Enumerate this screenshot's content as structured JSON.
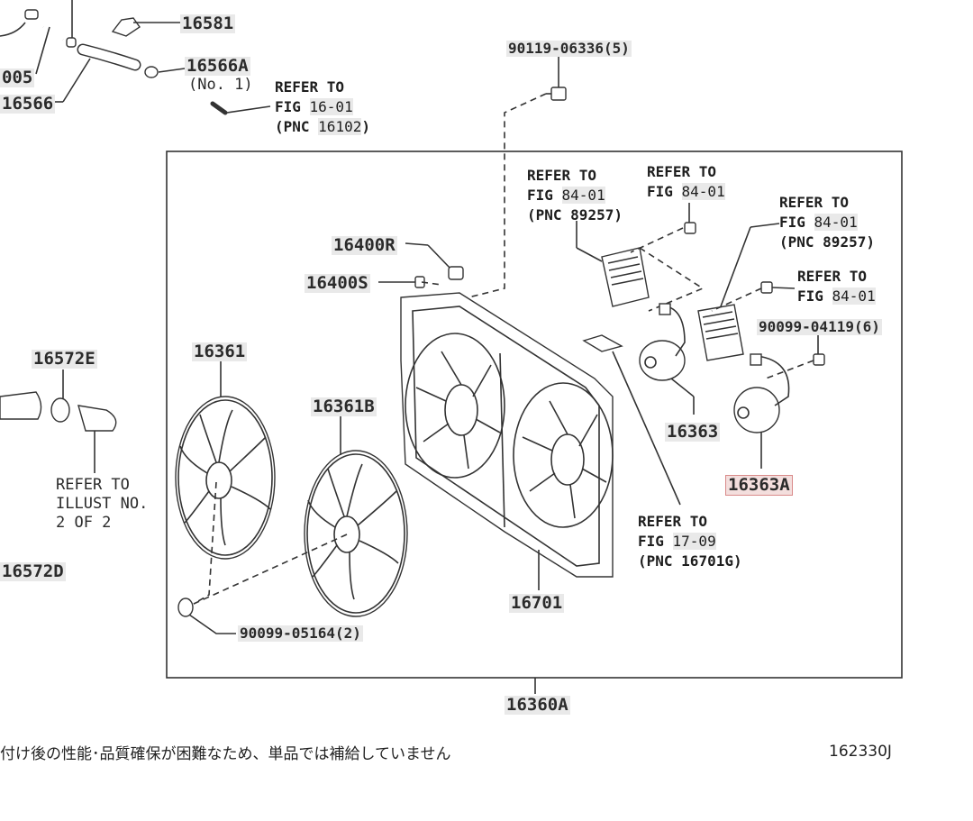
{
  "parts": {
    "p16581": "16581",
    "p16566A": "16566A",
    "p16566A_note": "(No. 1)",
    "p16566": "16566",
    "p_005": "005",
    "p90119": "90119-06336(5)",
    "p16400R": "16400R",
    "p16400S": "16400S",
    "p16361": "16361",
    "p16361B": "16361B",
    "p16572E": "16572E",
    "p16572D": "16572D",
    "p16363": "16363",
    "p16363A": "16363A",
    "p16701": "16701",
    "p16360A": "16360A",
    "p90099_05164": "90099-05164(2)",
    "p90099_04119": "90099-04119(6)"
  },
  "refs": {
    "r1": {
      "l1": "REFER TO",
      "fig_prefix": "FIG ",
      "fig": "16-01",
      "pnc_pre": "(PNC ",
      "pnc": "16102",
      "pnc_post": ")"
    },
    "r2": {
      "l1": "REFER TO",
      "fig_prefix": "FIG ",
      "fig": "84-01",
      "pnc_pre": "(PNC ",
      "pnc": "89257",
      "pnc_post": ")"
    },
    "r3": {
      "l1": "REFER TO",
      "fig_prefix": "FIG ",
      "fig": "84-01"
    },
    "r4": {
      "l1": "REFER TO",
      "fig_prefix": "FIG ",
      "fig": "84-01",
      "pnc_pre": "(PNC ",
      "pnc": "89257",
      "pnc_post": ")"
    },
    "r5": {
      "l1": "REFER TO",
      "fig_prefix": "FIG ",
      "fig": "84-01"
    },
    "r6": {
      "l1": "REFER TO",
      "fig_prefix": "FIG ",
      "fig": "17-09",
      "pnc_pre": "(PNC ",
      "pnc": "16701G",
      "pnc_post": ")"
    },
    "r7": {
      "l1": "REFER TO",
      "l2": "ILLUST NO.",
      "l3": "2 OF 2"
    }
  },
  "footer": {
    "note": "付け後の性能･品質確保が困難なため、単品では補給していません",
    "code": "162330J"
  },
  "icons": [
    "bolt-icon",
    "hose-icon",
    "fan-icon",
    "motor-icon",
    "resistor-icon",
    "grommet-icon",
    "clamp-icon"
  ]
}
